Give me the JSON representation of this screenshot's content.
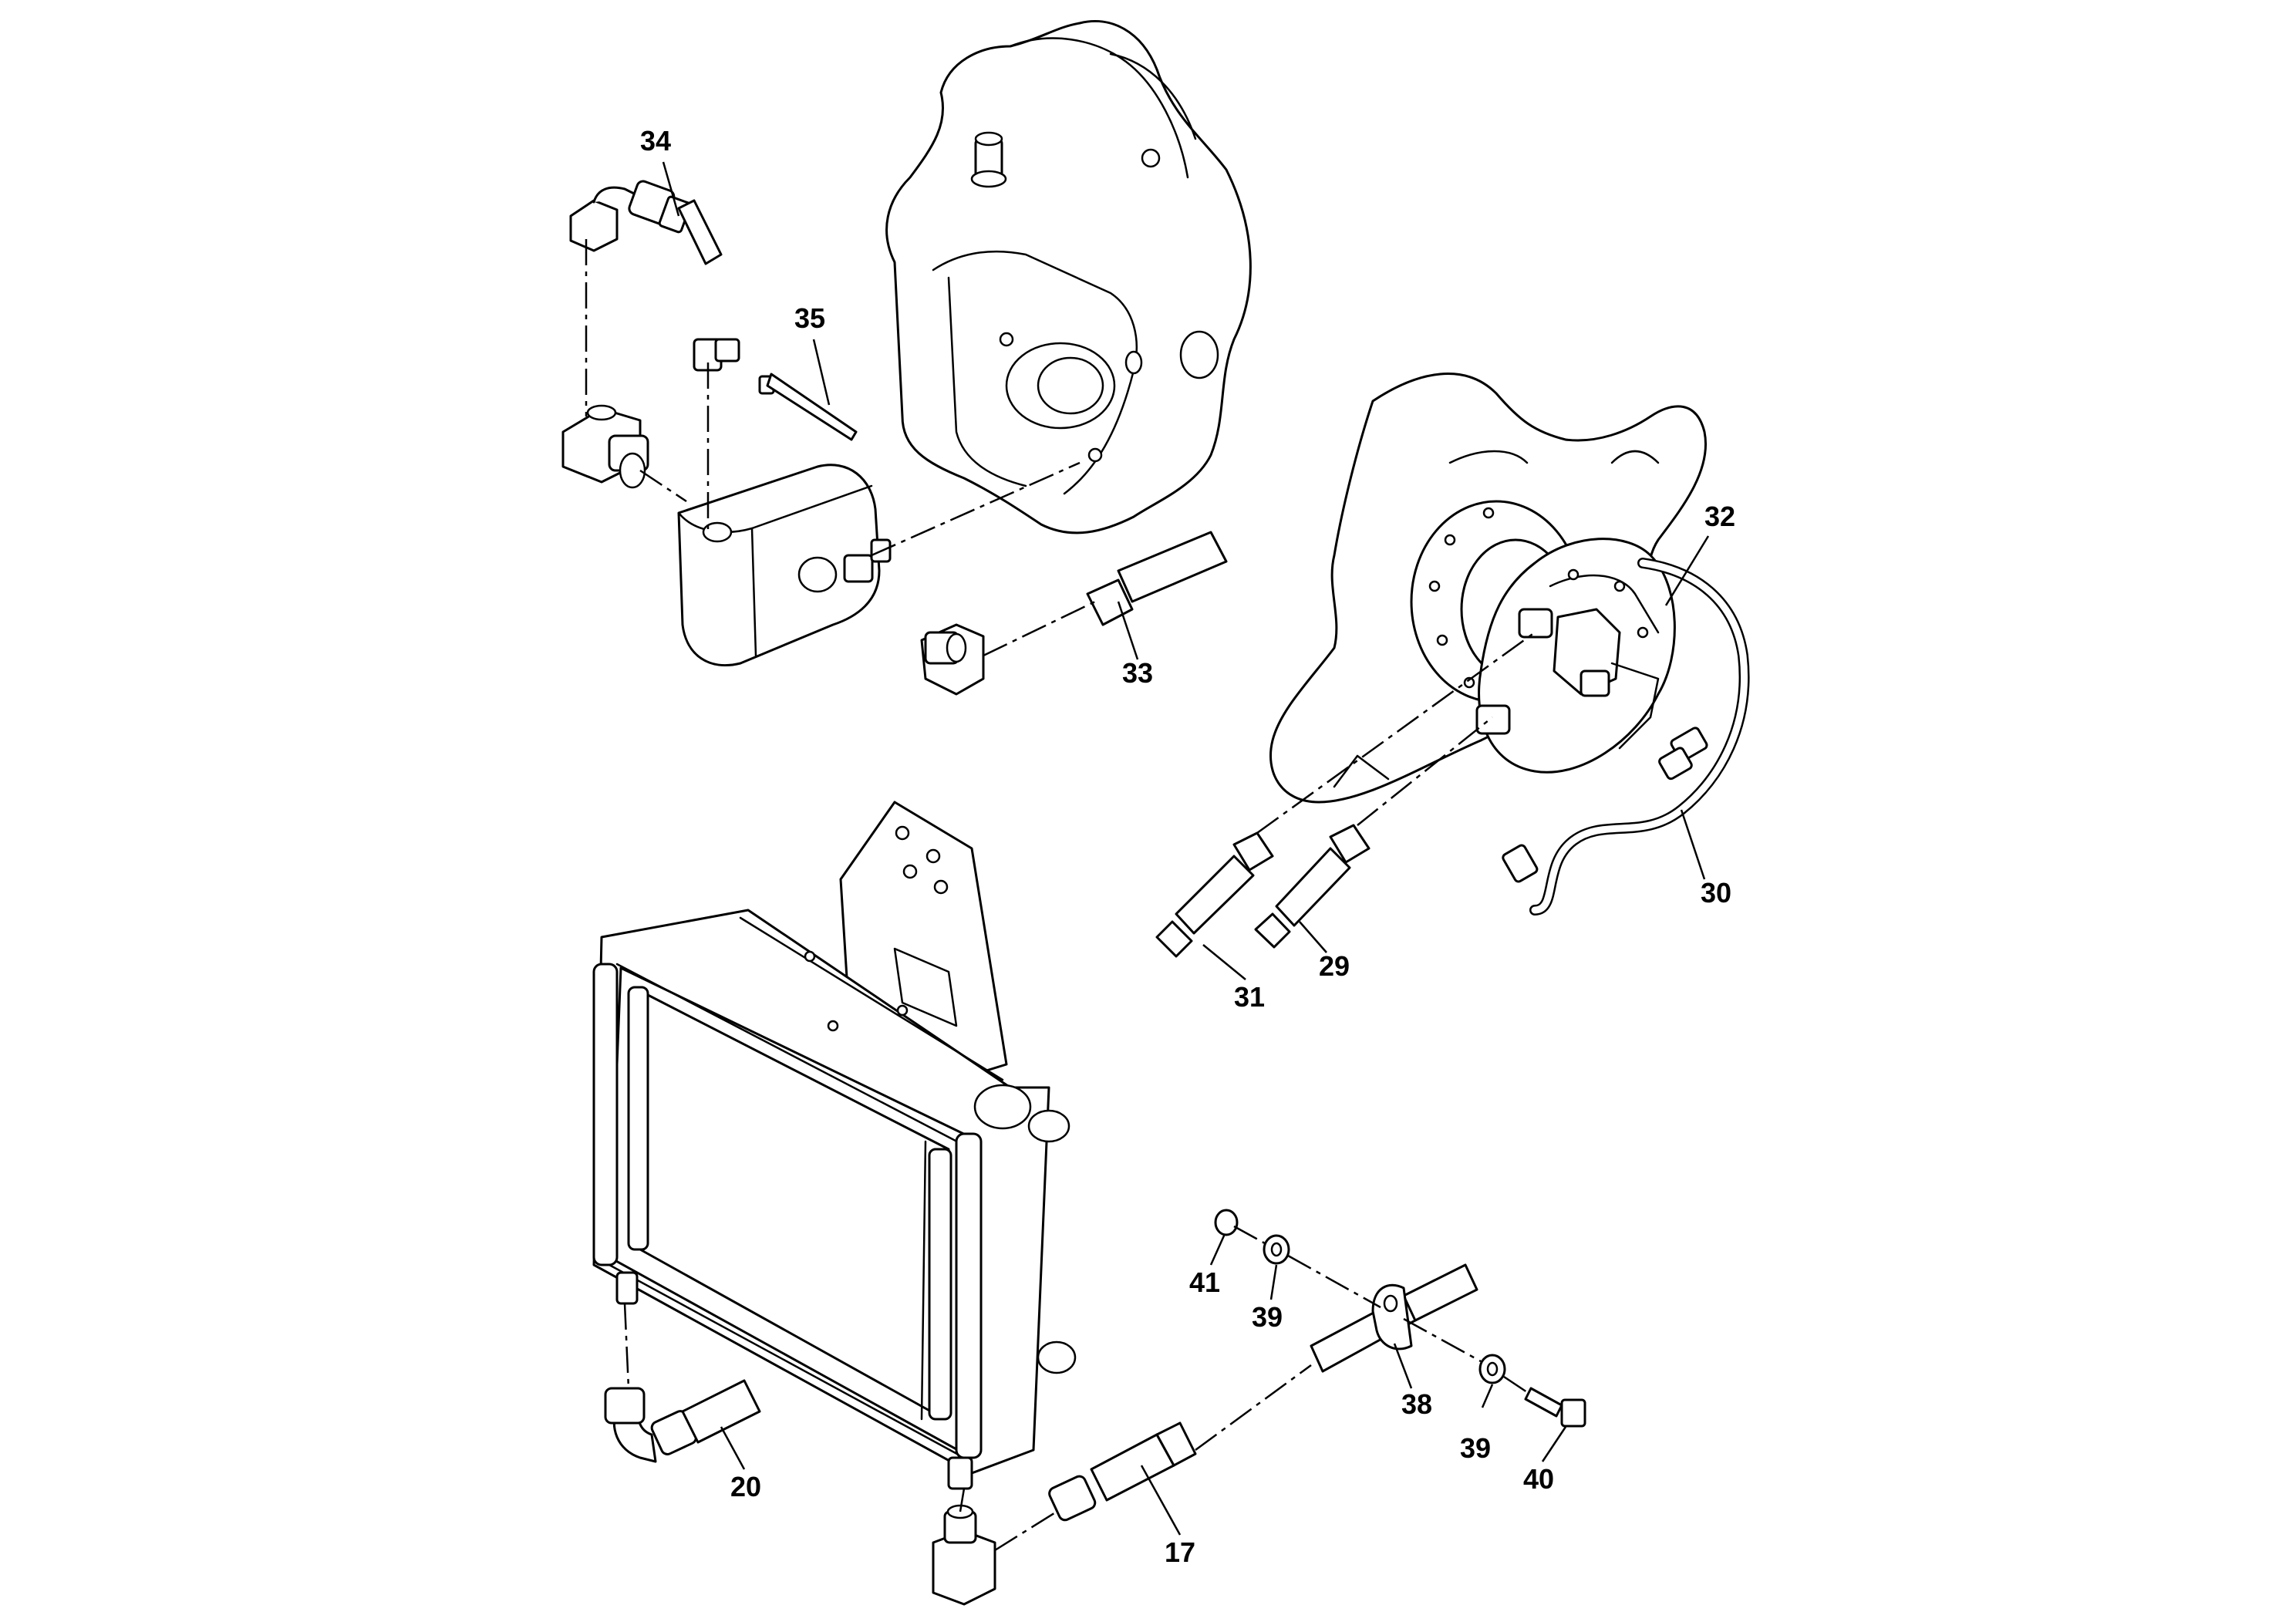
{
  "callouts": [
    {
      "id": "34",
      "label": "34"
    },
    {
      "id": "35",
      "label": "35"
    },
    {
      "id": "33",
      "label": "33"
    },
    {
      "id": "32",
      "label": "32"
    },
    {
      "id": "30",
      "label": "30"
    },
    {
      "id": "29",
      "label": "29"
    },
    {
      "id": "31",
      "label": "31"
    },
    {
      "id": "41",
      "label": "41"
    },
    {
      "id": "39a",
      "label": "39"
    },
    {
      "id": "38",
      "label": "38"
    },
    {
      "id": "39b",
      "label": "39"
    },
    {
      "id": "40",
      "label": "40"
    },
    {
      "id": "20",
      "label": "20"
    },
    {
      "id": "17",
      "label": "17"
    }
  ],
  "colors": {
    "line": "#000000",
    "background": "#ffffff"
  }
}
